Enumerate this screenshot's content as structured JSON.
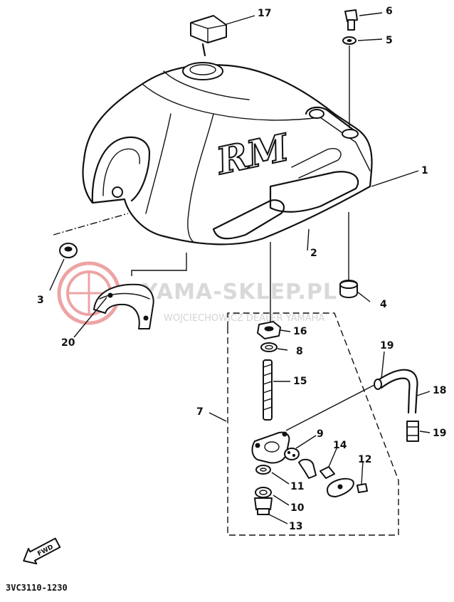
{
  "watermark": {
    "brand": "YAMA-SKLEP.PL",
    "tagline": "WOJCIECHOWICZ DEALER YAMAHA",
    "logo_color": "#e05a5a"
  },
  "tank_logo": "RM",
  "fwd_label": "FWD",
  "drawing_code": "3VC3110-1230",
  "callouts": [
    {
      "id": "c17",
      "label": "17"
    },
    {
      "id": "c6",
      "label": "6"
    },
    {
      "id": "c5",
      "label": "5"
    },
    {
      "id": "c1",
      "label": "1"
    },
    {
      "id": "c2",
      "label": "2"
    },
    {
      "id": "c3",
      "label": "3"
    },
    {
      "id": "c4",
      "label": "4"
    },
    {
      "id": "c20",
      "label": "20"
    },
    {
      "id": "c16",
      "label": "16"
    },
    {
      "id": "c8",
      "label": "8"
    },
    {
      "id": "c15",
      "label": "15"
    },
    {
      "id": "c7",
      "label": "7"
    },
    {
      "id": "c19a",
      "label": "19"
    },
    {
      "id": "c18",
      "label": "18"
    },
    {
      "id": "c19b",
      "label": "19"
    },
    {
      "id": "c9",
      "label": "9"
    },
    {
      "id": "c14",
      "label": "14"
    },
    {
      "id": "c12",
      "label": "12"
    },
    {
      "id": "c11",
      "label": "11"
    },
    {
      "id": "c10",
      "label": "10"
    },
    {
      "id": "c13",
      "label": "13"
    }
  ]
}
